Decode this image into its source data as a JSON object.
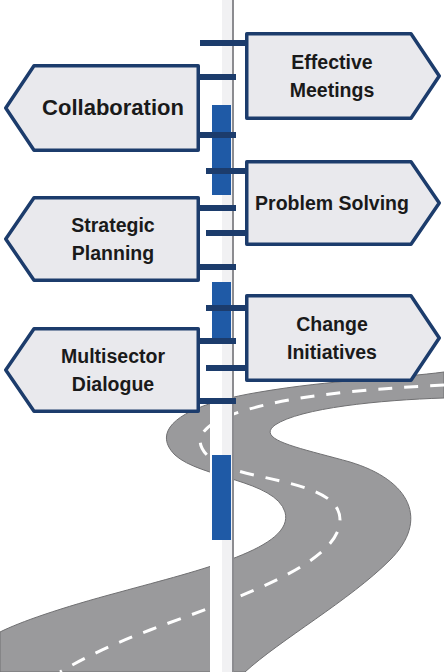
{
  "diagram": {
    "nodes": [
      {
        "text": [
          "Effective Meetings"
        ]
      },
      {
        "text": [
          "Collaboration"
        ]
      },
      {
        "text": [
          "Problem Solving"
        ]
      },
      {
        "text": [
          "Strategic Planning"
        ]
      },
      {
        "text": [
          "Change Initiatives"
        ]
      },
      {
        "text": [
          "Multisector Dialogue"
        ]
      }
    ]
  }
}
